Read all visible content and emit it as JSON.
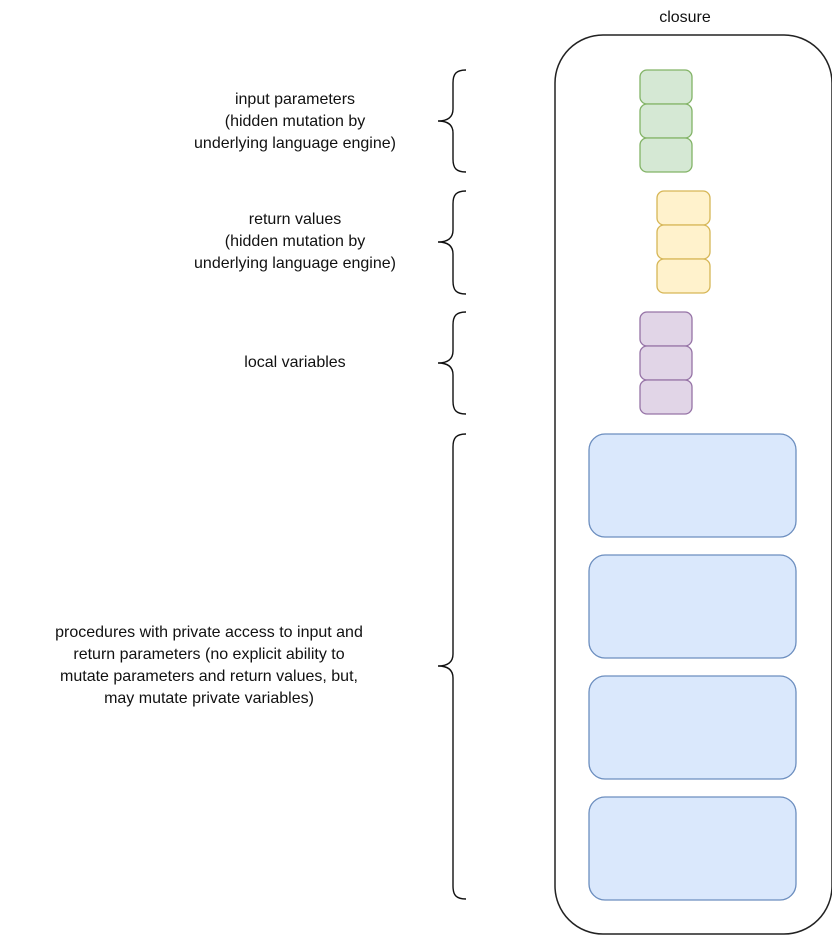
{
  "closure": {
    "title": "closure"
  },
  "labels": {
    "input_parameters": [
      "input parameters",
      "(hidden mutation by",
      "underlying language engine)"
    ],
    "return_values": [
      "return values",
      "(hidden mutation by",
      "underlying language engine)"
    ],
    "local_variables": [
      "local variables"
    ],
    "procedures": [
      "procedures with private access to input and",
      "return parameters (no explicit ability to",
      "mutate parameters and return values, but,",
      "may mutate private variables)"
    ]
  },
  "colors": {
    "closure_border": "#222222",
    "input_fill": "#d5e8d4",
    "input_stroke": "#82b366",
    "return_fill": "#fff2cc",
    "return_stroke": "#d6b656",
    "local_fill": "#e1d5e7",
    "local_stroke": "#9673a6",
    "procedure_fill": "#dae8fc",
    "procedure_stroke": "#6c8ebf",
    "brace": "#111111"
  }
}
